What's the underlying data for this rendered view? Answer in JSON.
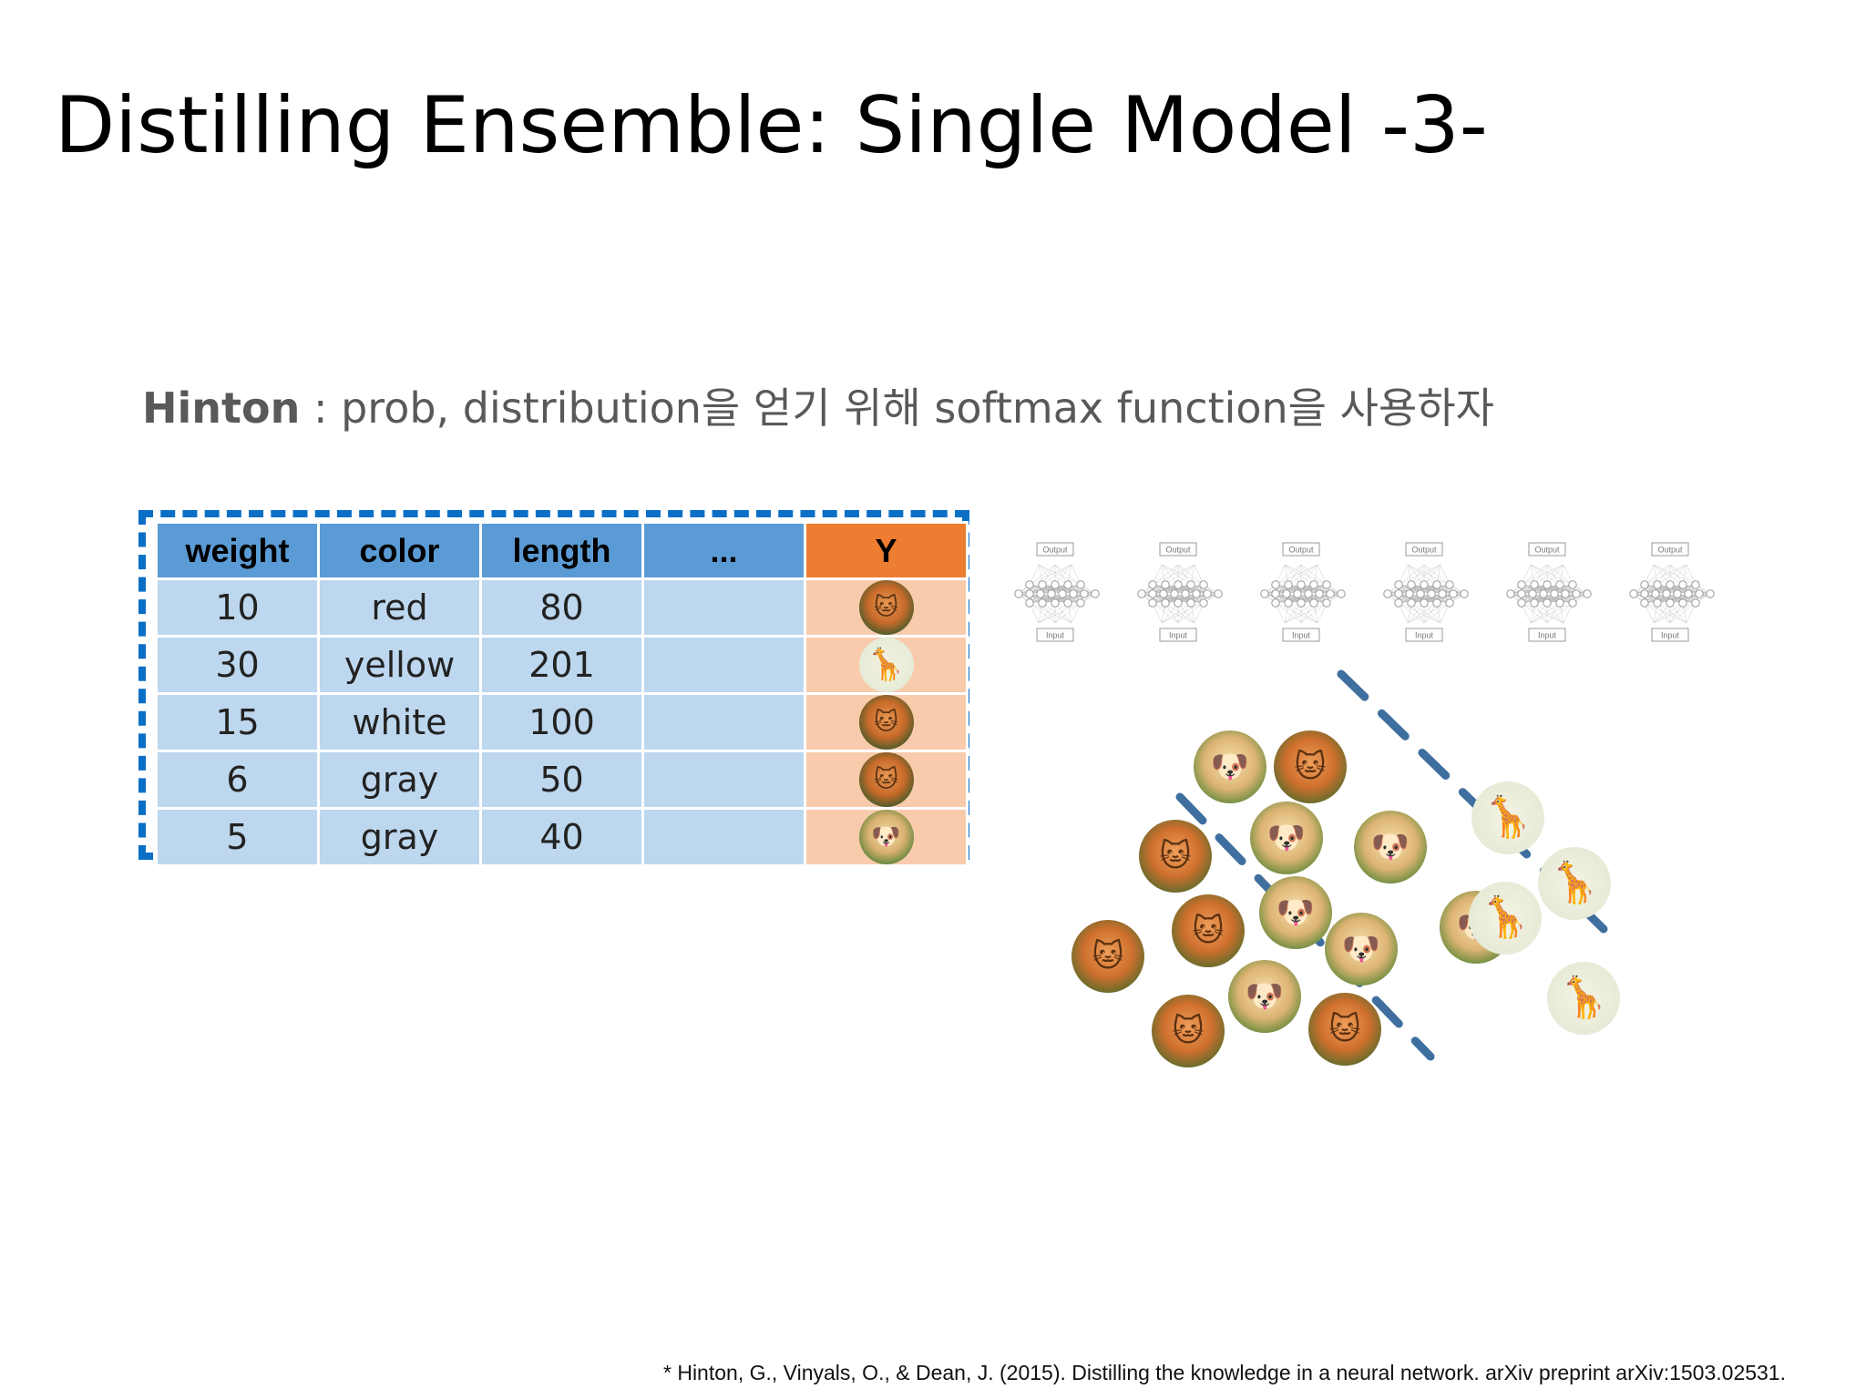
{
  "slide": {
    "title": "Distilling Ensemble: Single Model -3-",
    "subtitle_bold": "Hinton",
    "subtitle_rest": " : prob, distribution을 얻기 위해  softmax function을 사용하자",
    "citation": "* Hinton, G., Vinyals, O., & Dean, J. (2015). Distilling the knowledge in a neural network. arXiv preprint arXiv:1503.02531."
  },
  "table": {
    "headers": [
      "weight",
      "color",
      "length",
      "...",
      "Y"
    ],
    "rows": [
      {
        "weight": "10",
        "color": "red",
        "length": "80",
        "more": "",
        "y": "cat"
      },
      {
        "weight": "30",
        "color": "yellow",
        "length": "201",
        "more": "",
        "y": "giraffe"
      },
      {
        "weight": "15",
        "color": "white",
        "length": "100",
        "more": "",
        "y": "cat"
      },
      {
        "weight": "6",
        "color": "gray",
        "length": "50",
        "more": "",
        "y": "cat"
      },
      {
        "weight": "5",
        "color": "gray",
        "length": "40",
        "more": "",
        "y": "dog"
      }
    ]
  },
  "networks": {
    "count": 6,
    "output_label": "Output",
    "input_label": "Input"
  },
  "scatter": {
    "items": [
      "dog",
      "cat",
      "cat",
      "dog",
      "dog",
      "dog",
      "cat",
      "cat",
      "dog",
      "dog",
      "dog",
      "cat",
      "cat",
      "giraffe",
      "giraffe",
      "giraffe",
      "giraffe"
    ]
  },
  "colors": {
    "header_blue": "#5b9bd5",
    "header_orange": "#ed7d31",
    "cell_blue": "#bdd7ee",
    "cell_orange": "#f8cbad",
    "dashed_border": "#0b6fc6",
    "boundary_line": "#3f6f9f"
  }
}
